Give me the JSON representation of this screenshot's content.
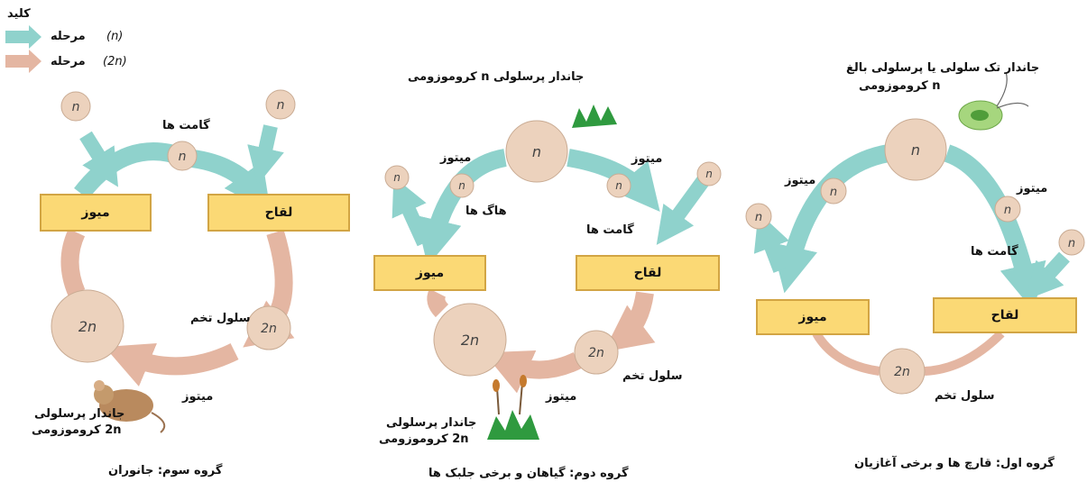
{
  "legend": {
    "title": "کلید",
    "items": [
      {
        "label": "مرحله",
        "ploidy": "(n)",
        "color": "#8fd2cc"
      },
      {
        "label": "مرحله",
        "ploidy": "(2n)",
        "color": "#e4b6a2"
      }
    ]
  },
  "cells": {
    "n": "n",
    "two_n": "2n"
  },
  "colors": {
    "haploid_arrow": "#8fd2cc",
    "diploid_arrow": "#e4b6a2",
    "cell_fill": "#ecd2bd",
    "cell_stroke": "#c9ab93",
    "box_fill": "#fbd975"
  },
  "animals": {
    "caption": "گروه سوم: جانوران",
    "meiosis": "میوز",
    "fertilization": "لقاح",
    "gametes": "گامت ها",
    "zygote": "سلول تخم",
    "mitosis": "میتوز",
    "organism": "جاندار پرسلولی",
    "organism_chrom": "2n کروموزومی"
  },
  "plants": {
    "caption": "گروه دوم: گیاهان و برخی جلبک ها",
    "organism_n": "جاندار پرسلولی n کروموزومی",
    "mitosis_left": "میتوز",
    "mitosis_right": "میتوز",
    "spores": "هاگ ها",
    "gametes": "گامت ها",
    "meiosis": "میوز",
    "fertilization": "لقاح",
    "zygote": "سلول تخم",
    "mitosis_bottom": "میتوز",
    "organism_2n": "جاندار پرسلولی",
    "organism_2n_chrom": "2n کروموزومی"
  },
  "fungi": {
    "caption": "گروه اول: قارچ ها و برخی آغازیان",
    "organism_line1": "جاندار تک سلولی یا پرسلولی بالغ",
    "organism_line2": "n کروموزومی",
    "mitosis_left": "میتوز",
    "mitosis_right": "میتوز",
    "gametes": "گامت ها",
    "meiosis": "میوز",
    "fertilization": "لقاح",
    "zygote": "سلول تخم"
  }
}
